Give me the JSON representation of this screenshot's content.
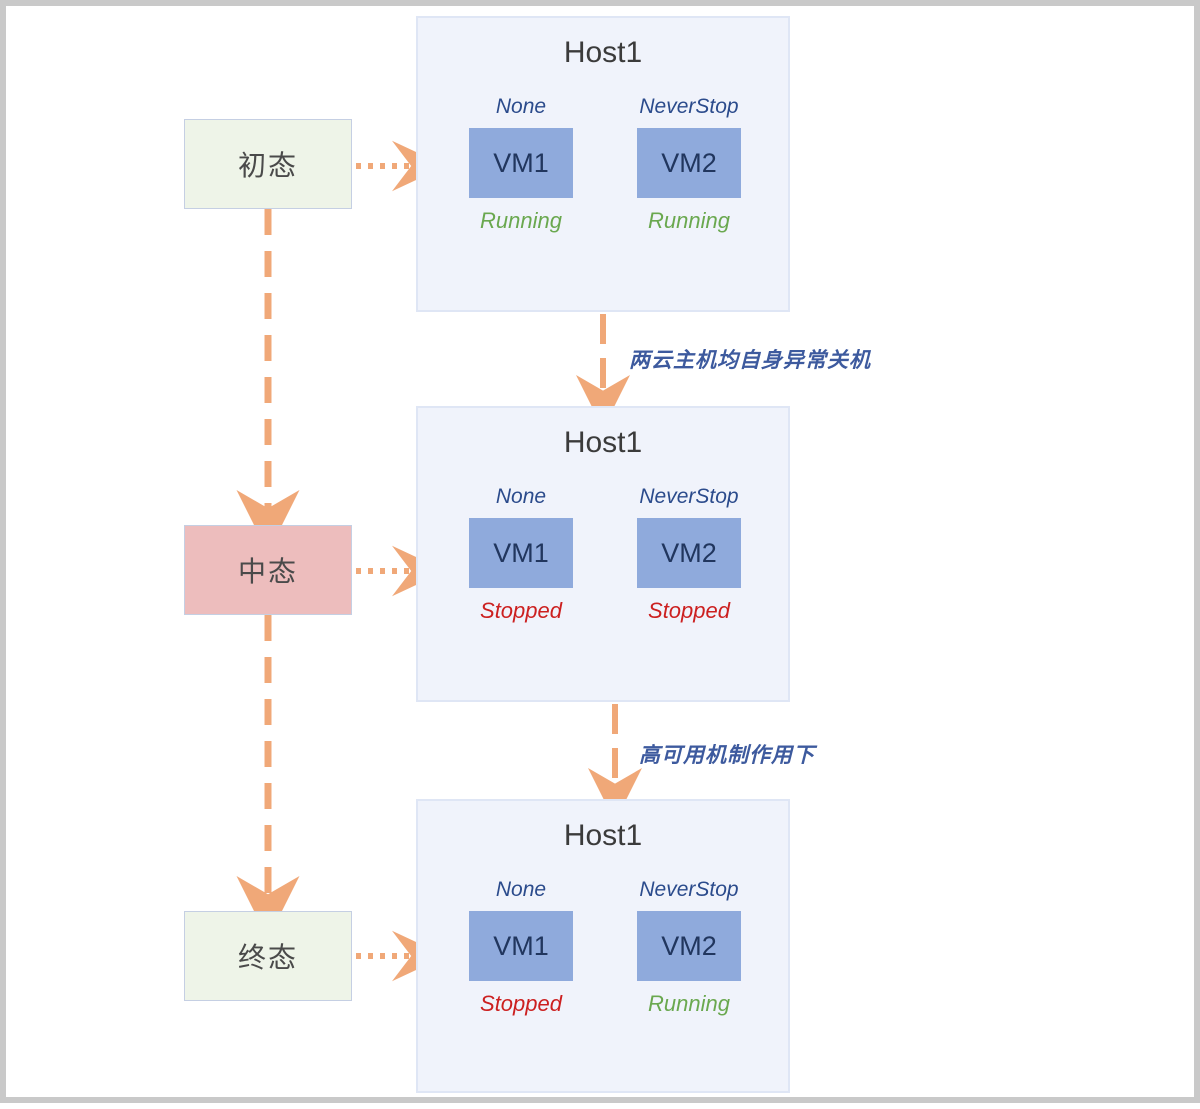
{
  "diagram": {
    "title": "VM high-availability state transition",
    "colors": {
      "host_bg": "#f0f3fb",
      "host_border": "#dfe6f5",
      "vm_chip": "#8faadc",
      "state_green": "#eef4e8",
      "state_pink": "#edbdbd",
      "arrow_orange": "#f0a878",
      "label_blue": "#3d5a9e",
      "running_green": "#6aa84f",
      "stopped_red": "#cc2020"
    },
    "states": [
      {
        "id": "initial",
        "label": "初态"
      },
      {
        "id": "middle",
        "label": "中态"
      },
      {
        "id": "final",
        "label": "终态"
      }
    ],
    "hosts": [
      {
        "id": "host-stage-1",
        "title": "Host1",
        "vms": [
          {
            "name": "VM1",
            "policy": "None",
            "status": "Running",
            "status_kind": "running"
          },
          {
            "name": "VM2",
            "policy": "NeverStop",
            "status": "Running",
            "status_kind": "running"
          }
        ]
      },
      {
        "id": "host-stage-2",
        "title": "Host1",
        "vms": [
          {
            "name": "VM1",
            "policy": "None",
            "status": "Stopped",
            "status_kind": "stopped"
          },
          {
            "name": "VM2",
            "policy": "NeverStop",
            "status": "Stopped",
            "status_kind": "stopped"
          }
        ]
      },
      {
        "id": "host-stage-3",
        "title": "Host1",
        "vms": [
          {
            "name": "VM1",
            "policy": "None",
            "status": "Stopped",
            "status_kind": "stopped"
          },
          {
            "name": "VM2",
            "policy": "NeverStop",
            "status": "Running",
            "status_kind": "running"
          }
        ]
      }
    ],
    "transitions": [
      {
        "id": "t1",
        "label": "两云主机均自身异常关机"
      },
      {
        "id": "t2",
        "label": "高可用机制作用下"
      }
    ]
  }
}
